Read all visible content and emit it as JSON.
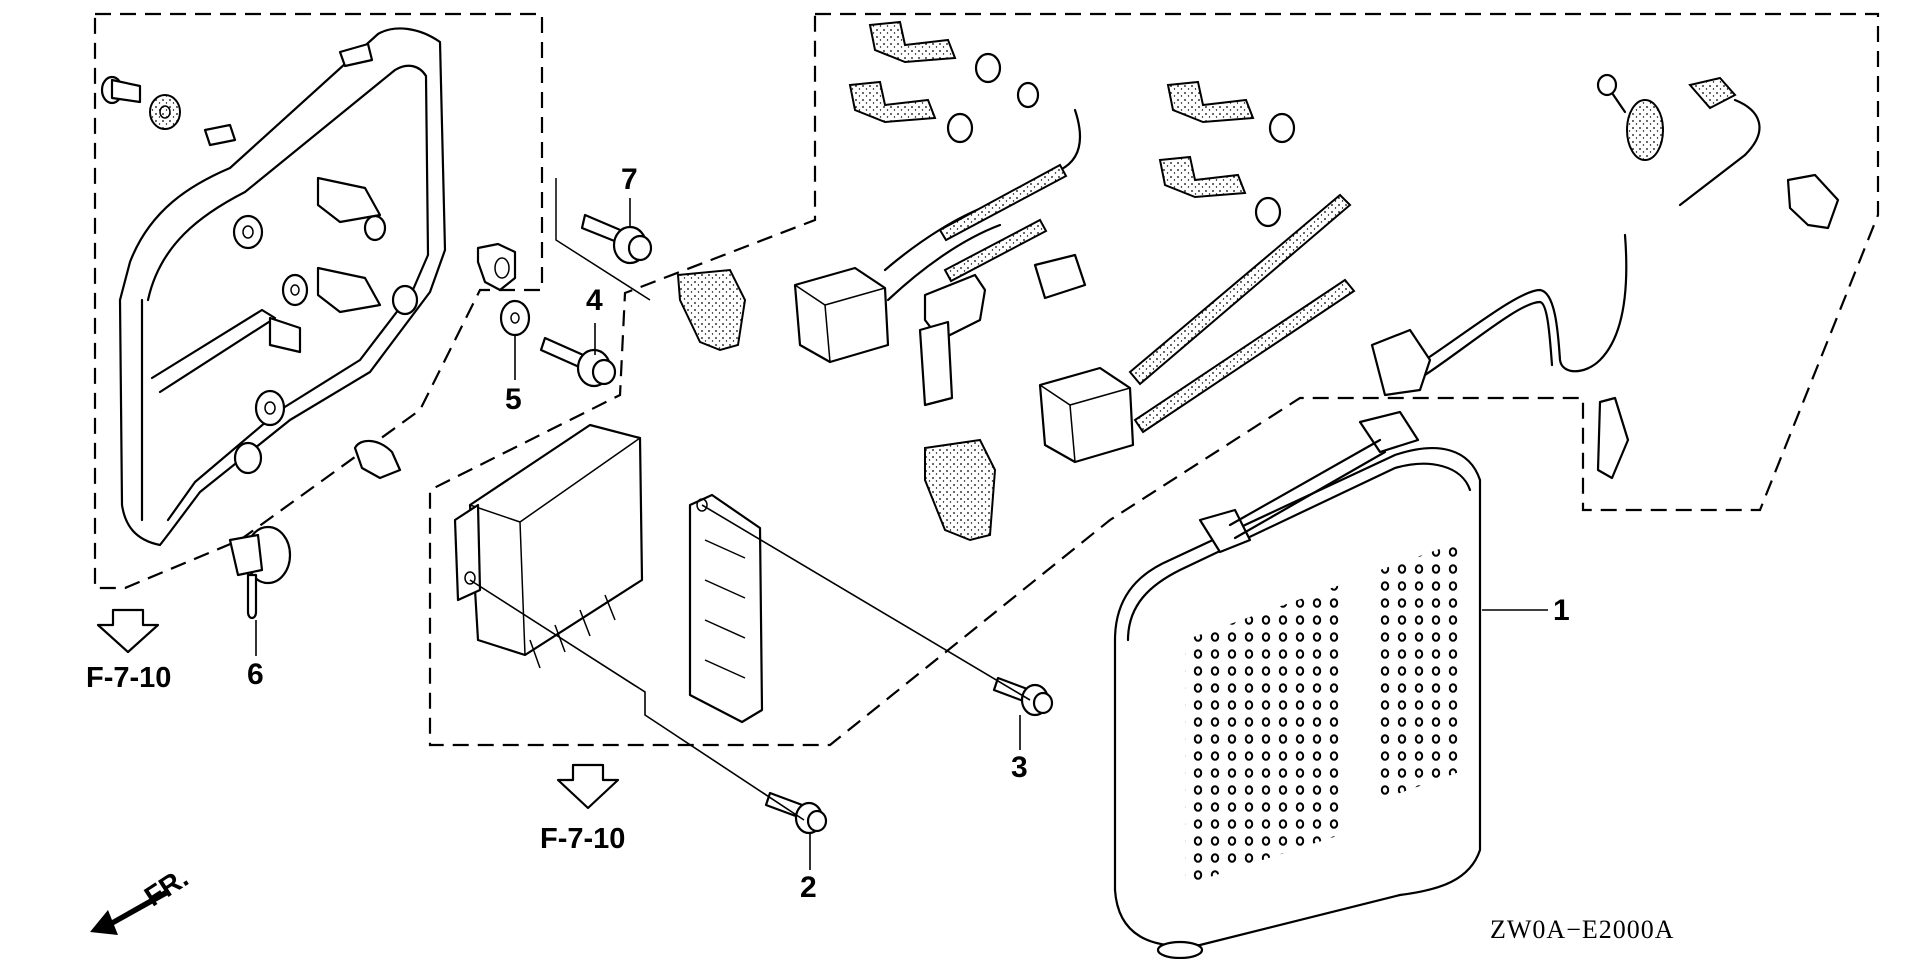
{
  "diagram": {
    "code": "ZW0A−E2000A",
    "direction_label": "FR.",
    "reference_arrows": [
      {
        "label": "F-7-10",
        "points_to": "frame-section"
      },
      {
        "label": "F-7-10",
        "points_to": "frame-section"
      }
    ],
    "callouts": [
      {
        "number": "1",
        "part": "cover"
      },
      {
        "number": "2",
        "part": "flange-bolt"
      },
      {
        "number": "3",
        "part": "flange-bolt"
      },
      {
        "number": "4",
        "part": "flange-bolt"
      },
      {
        "number": "5",
        "part": "washer"
      },
      {
        "number": "6",
        "part": "cable-tie"
      },
      {
        "number": "7",
        "part": "flange-bolt"
      }
    ],
    "groups": [
      {
        "name": "control-panel-case-assembly"
      },
      {
        "name": "ignition-coil-and-harness-assembly"
      },
      {
        "name": "control-unit-and-bracket-assembly"
      },
      {
        "name": "cover-assembly"
      }
    ]
  }
}
